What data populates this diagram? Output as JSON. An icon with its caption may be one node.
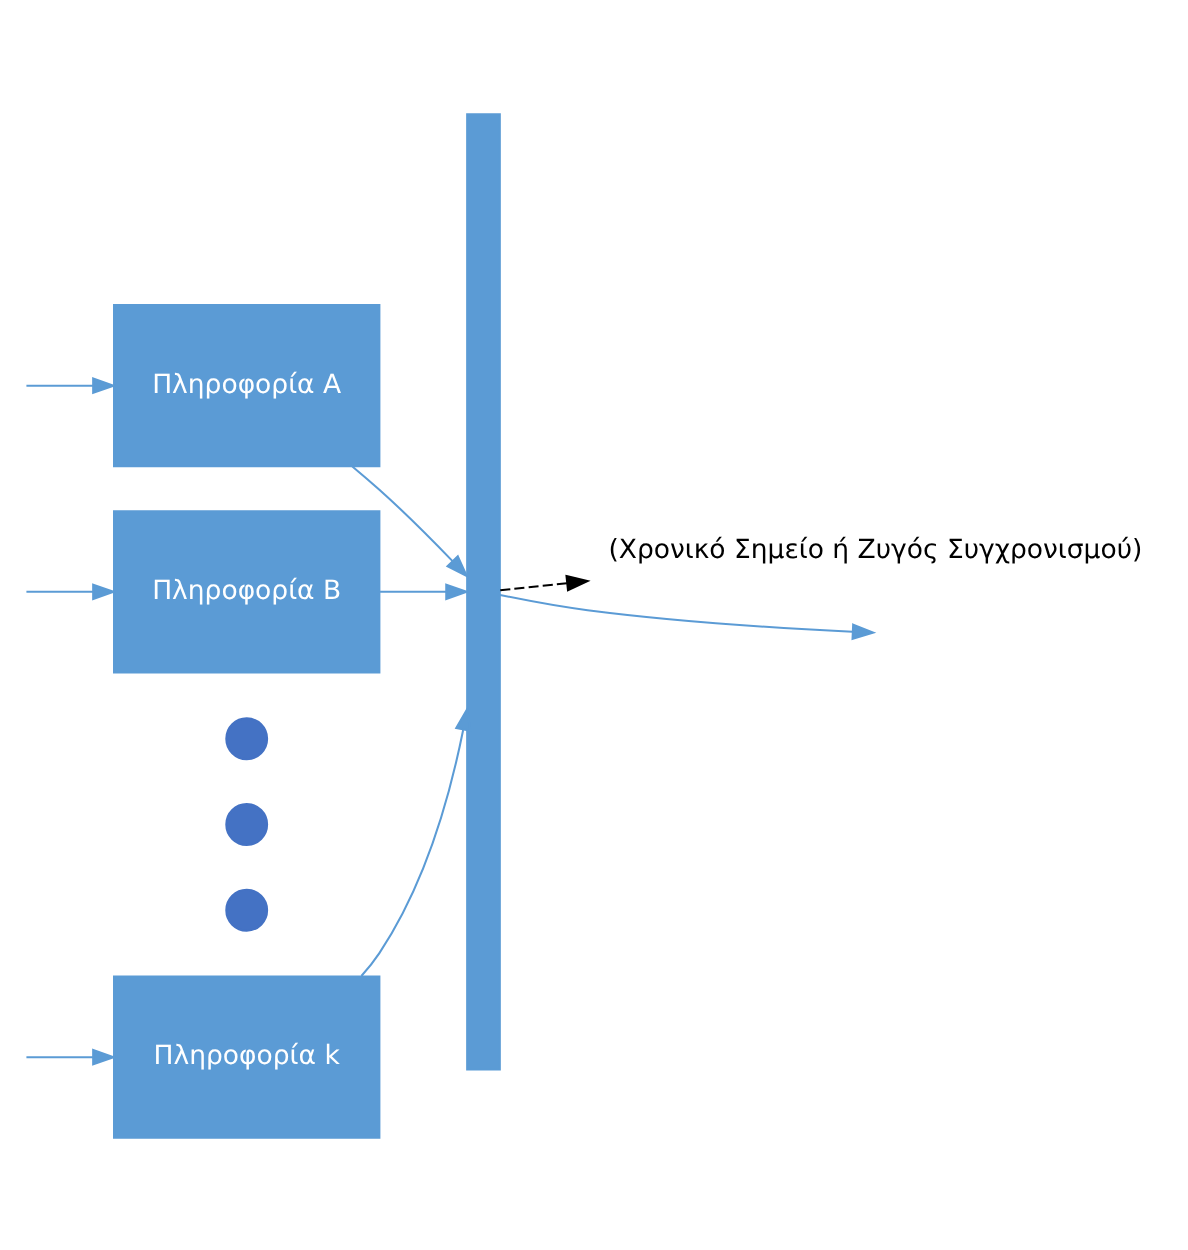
{
  "diagram": {
    "nodes": [
      {
        "text": [
          "Πληροφορία A"
        ]
      },
      {
        "text": [
          "Πληροφορία B"
        ]
      },
      {
        "text": [],
        "shape": "circle"
      },
      {
        "text": [],
        "shape": "circle"
      },
      {
        "text": [],
        "shape": "circle"
      },
      {
        "text": [
          "Πληροφορία k"
        ]
      },
      {
        "text": [],
        "shape": "bar"
      },
      {
        "text": [
          "(Χρονικό Σημείο ή Ζυγός Συγχρονισμού)"
        ]
      }
    ],
    "edges": [
      {
        "from": null,
        "to": 0,
        "arrow": "to"
      },
      {
        "from": null,
        "to": 1,
        "arrow": "to"
      },
      {
        "from": null,
        "to": 5,
        "arrow": "to"
      },
      {
        "from": 0,
        "to": 6,
        "arrow": "to"
      },
      {
        "from": 1,
        "to": 6,
        "arrow": "to"
      },
      {
        "from": 5,
        "to": 6,
        "arrow": "to"
      },
      {
        "from": 6,
        "to": null,
        "arrow": "to"
      },
      {
        "from": 6,
        "to": 7,
        "arrow": "to",
        "style": "dashed",
        "color": "#000000"
      }
    ]
  }
}
